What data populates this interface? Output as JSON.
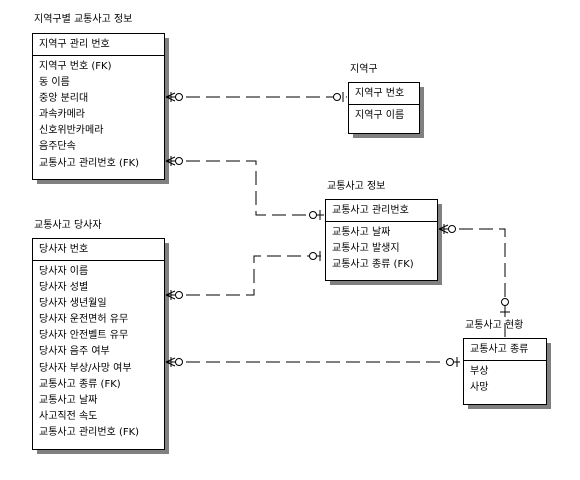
{
  "entities": {
    "region_accident": {
      "title": "지역구별 교통사고 정보",
      "pk": "지역구 관리 번호",
      "attributes": [
        "지역구 번호 (FK)",
        "동 이름",
        "중앙 분리대",
        "과속카메라",
        "신호위반카메라",
        "음주단속",
        "교통사고 관리번호 (FK)"
      ]
    },
    "district": {
      "title": "지역구",
      "pk": "지역구 번호",
      "attributes": [
        "지역구 이름"
      ]
    },
    "accident_info": {
      "title": "교통사고 정보",
      "pk": "교통사고 관리번호",
      "attributes": [
        "교통사고 날짜",
        "교통사고 발생지",
        "교통사고 종류 (FK)"
      ]
    },
    "party": {
      "title": "교통사고 당사자",
      "pk": "당사자 번호",
      "attributes": [
        "당사자 이름",
        "당사자 성별",
        "당사자 생년월일",
        "당사자 운전면허 유무",
        "당사자 안전벨트 유무",
        "당사자 음주 여부",
        "당사자 부상/사망 여부",
        "교통사고 종류 (FK)",
        "교통사고 날짜",
        "사고직전 속도",
        "교통사고 관리번호 (FK)"
      ]
    },
    "accident_status": {
      "title": "교통사고 현황",
      "pk": "교통사고 종류",
      "attributes": [
        "부상",
        "사망"
      ]
    }
  },
  "colors": {
    "shadow": "#808080",
    "line": "#000000",
    "background": "#ffffff"
  }
}
